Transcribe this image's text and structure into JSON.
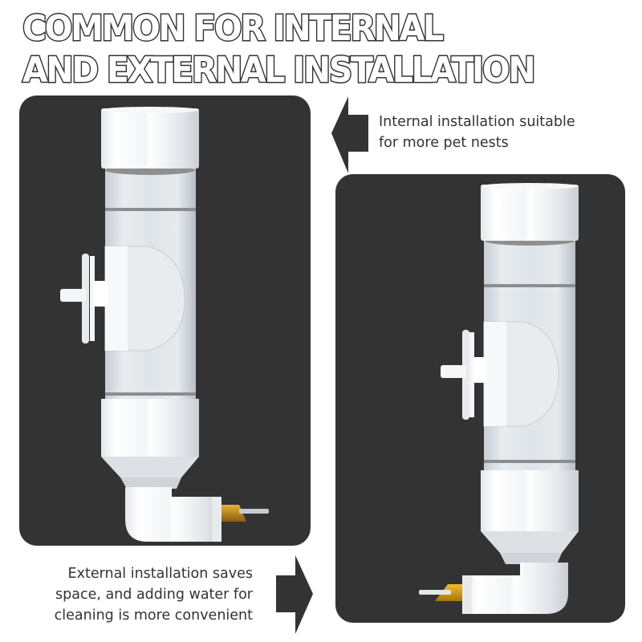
{
  "headline": {
    "line1": "COMMON FOR INTERNAL",
    "line2": "AND EXTERNAL INSTALLATION"
  },
  "captions": {
    "internal": {
      "line1": "Internal installation suitable",
      "line2": "for more pet nests"
    },
    "external": {
      "line1": "External installation saves",
      "line2": "space, and adding water for",
      "line3": "cleaning is more convenient"
    }
  },
  "icons": {
    "left_arrow": "arrow-left-icon",
    "right_arrow": "arrow-right-icon"
  },
  "images": {
    "left": "pet water bottle — internal installation (nozzle pointing right)",
    "right": "pet water bottle — external installation (nozzle pointing left)"
  },
  "colors": {
    "panel_bg": "#333333",
    "text": "#333333",
    "bottle_white": "#f2f4f6",
    "tube_clear": "#d6dbe0",
    "nozzle_brass": "#c8901a"
  }
}
